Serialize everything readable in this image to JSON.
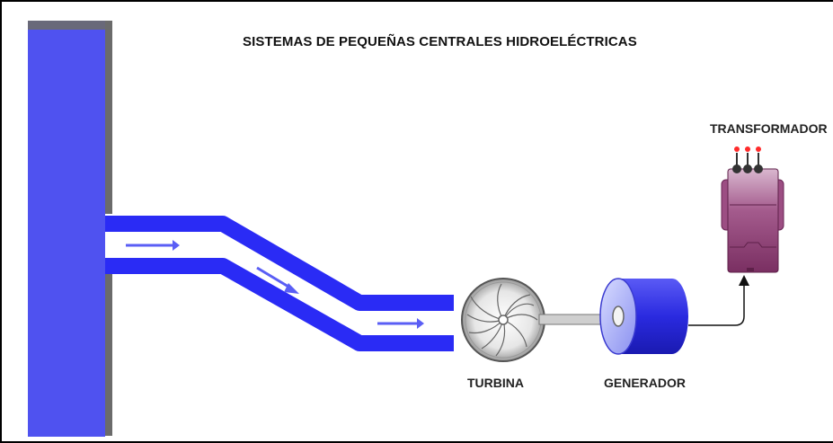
{
  "title": "SISTEMAS DE PEQUEÑAS CENTRALES HIDROELÉCTRICAS",
  "labels": {
    "turbina": "TURBINA",
    "generador": "GENERADOR",
    "transformador": "TRANSFORMADOR"
  },
  "colors": {
    "water": "#4f52f0",
    "dam_wall": "#6b6b6b",
    "pipe": "#2a2bf5",
    "arrow": "#5a5ef5",
    "generator": "#3f3ff0",
    "transformer": "#8a3a6e",
    "indicator_lights": "#ff2a2a"
  },
  "icons": [
    "turbine-icon",
    "generator-icon",
    "transformer-icon",
    "flow-arrow-icon"
  ]
}
